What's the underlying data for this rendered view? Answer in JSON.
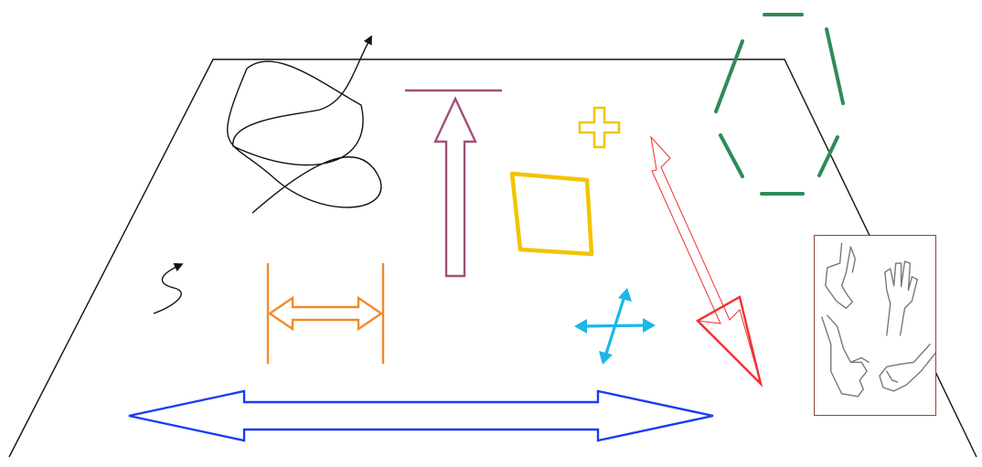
{
  "colors": {
    "outline": "#111111",
    "hexagon": "#2e8b57",
    "plum_arrow": "#a0507a",
    "orange_double_arrow": "#f08a2c",
    "yellow": "#f2c400",
    "red_arrow": "#f03030",
    "cyan": "#19b8e6",
    "blue_double_arrow": "#1a3cf0",
    "frame_border": "#8b4a2b",
    "sketch": "#777777"
  },
  "shapes": [
    "perspective-plane",
    "curly-arrow",
    "small-squiggle-arrow",
    "up-arrow-with-bar",
    "horizontal-double-arrow-with-bars",
    "plus-sign",
    "rhombus",
    "diagonal-double-arrow",
    "four-way-arrow",
    "dashed-hexagon",
    "wide-double-arrow",
    "hand-sketches-image"
  ]
}
